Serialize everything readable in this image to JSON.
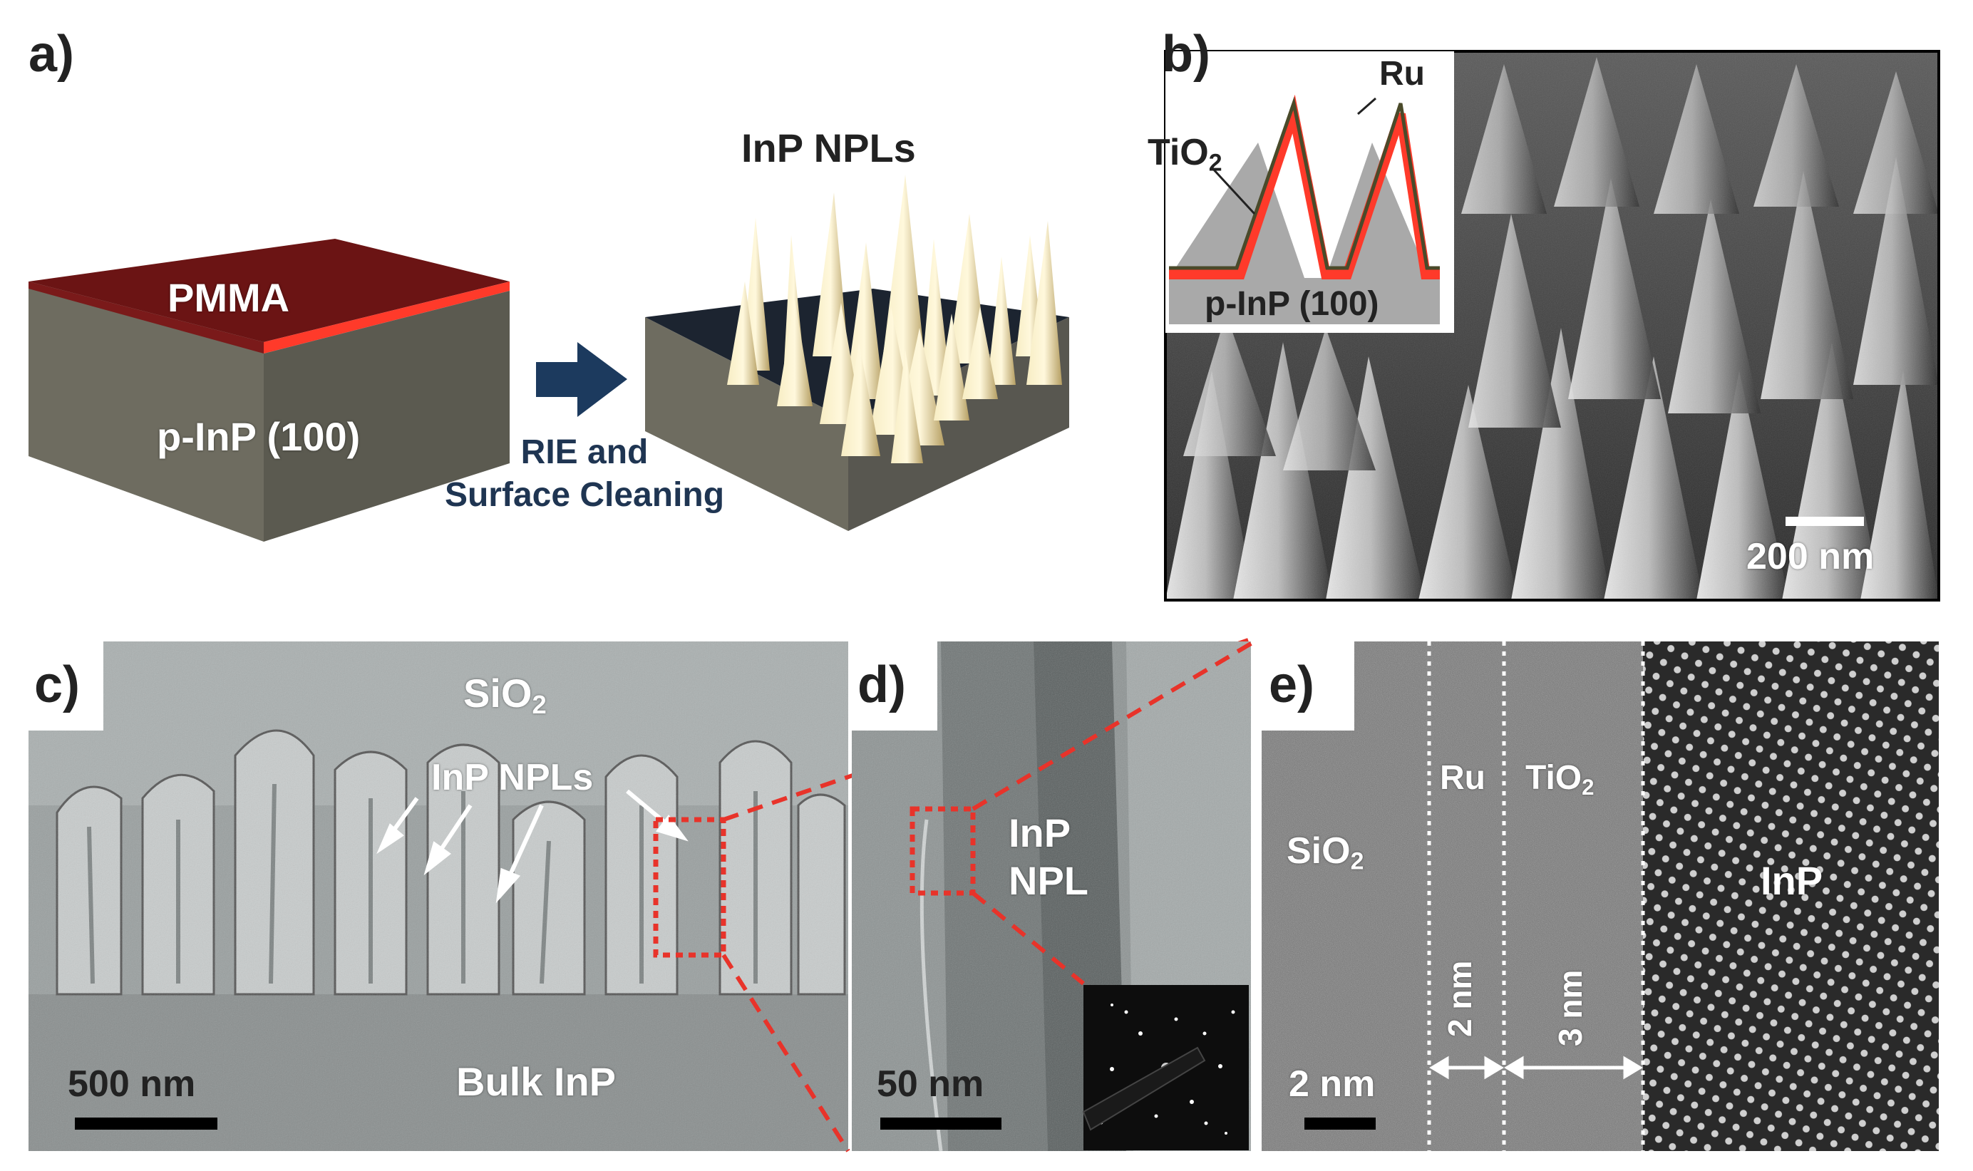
{
  "panels": {
    "a": {
      "label": "a)",
      "layer_top": "PMMA",
      "substrate": "p-InP (100)",
      "process_line1": "RIE and",
      "process_line2": "Surface Cleaning",
      "product": "InP NPLs"
    },
    "b": {
      "label": "b)",
      "inset_ru": "Ru",
      "inset_tio2_main": "TiO",
      "inset_tio2_sub": "2",
      "inset_substrate": "p-InP (100)",
      "scale_bar": "200 nm"
    },
    "c": {
      "label": "c)",
      "top_layer_main": "SiO",
      "top_layer_sub": "2",
      "arrow_label": "InP NPLs",
      "bottom_label": "Bulk InP",
      "scale_bar": "500 nm"
    },
    "d": {
      "label": "d)",
      "npl_line1": "InP",
      "npl_line2": "NPL",
      "scale_bar": "50 nm"
    },
    "e": {
      "label": "e)",
      "sio2_main": "SiO",
      "sio2_sub": "2",
      "ru": "Ru",
      "tio2_main": "TiO",
      "tio2_sub": "2",
      "inp": "InP",
      "ru_thickness": "2 nm",
      "tio2_thickness": "3 nm",
      "scale_bar": "2 nm"
    }
  },
  "colors": {
    "pmma": "#6b1414",
    "pmma_edge": "#ff3a2a",
    "substrate_front": "#6e6c60",
    "substrate_side": "#4a4a42",
    "arrow": "#1c3a5e",
    "dashed_red": "#e8332a",
    "ti_layer": "#ff3a2a",
    "ru_layer": "#5a4a2a"
  }
}
